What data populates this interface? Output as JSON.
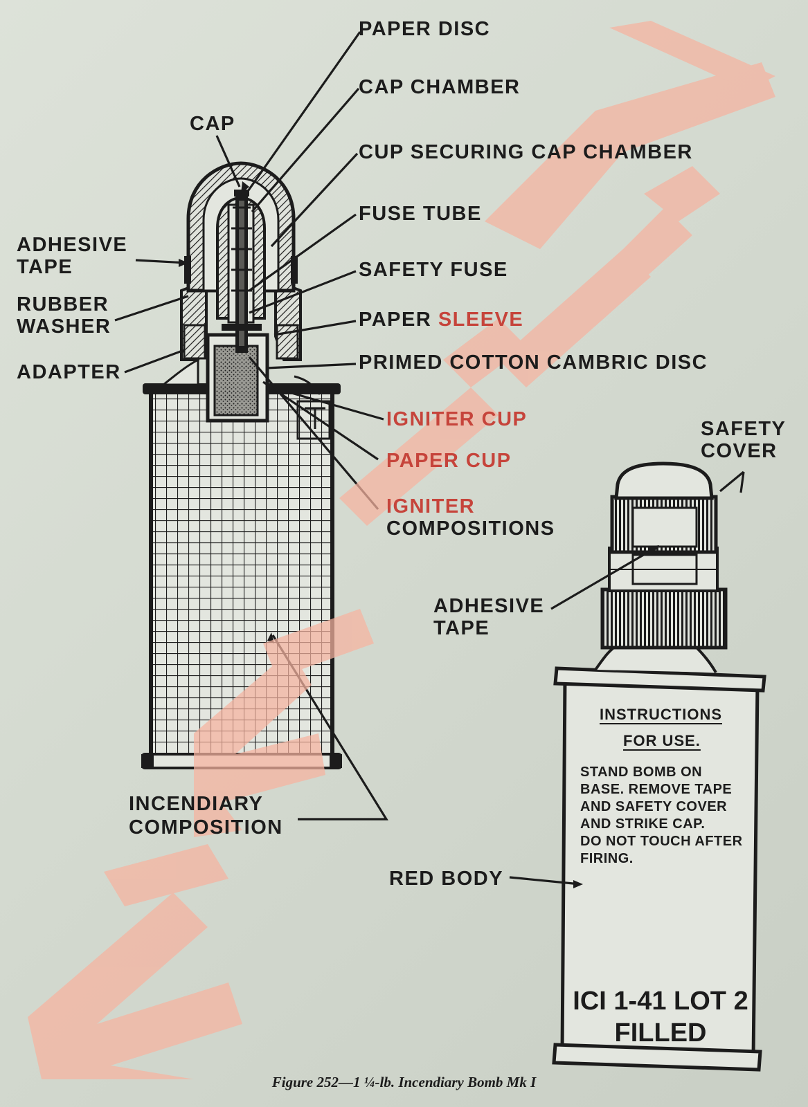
{
  "colors": {
    "paper": "#d9ded5",
    "ink": "#1c1c1c",
    "highlight_text": "#c6443b",
    "watermark": "#f6b3a0"
  },
  "labels": {
    "paper_disc": "PAPER DISC",
    "cap_chamber": "CAP CHAMBER",
    "cap": "CAP",
    "cup_securing_cap_chamber": "CUP SECURING CAP CHAMBER",
    "fuse_tube": "FUSE TUBE",
    "safety_fuse": "SAFETY FUSE",
    "paper_sleeve_a": "PAPER ",
    "paper_sleeve_b": "SLEEVE",
    "primed_cotton_cambric_disc": "PRIMED COTTON CAMBRIC DISC",
    "adhesive_tape_1": "ADHESIVE",
    "adhesive_tape_2": "TAPE",
    "rubber_washer_1": "RUBBER",
    "rubber_washer_2": "WASHER",
    "adapter": "ADAPTER",
    "igniter_cup": "IGNITER CUP",
    "paper_cup": "PAPER CUP",
    "igniter_compositions_1": "IGNITER",
    "igniter_compositions_2": "COMPOSITIONS",
    "safety_cover_1": "SAFETY",
    "safety_cover_2": "COVER",
    "adhesive_tape_right_1": "ADHESIVE",
    "adhesive_tape_right_2": "TAPE",
    "incendiary_composition_1": "INCENDIARY",
    "incendiary_composition_2": "COMPOSITION",
    "red_body": "RED BODY"
  },
  "instructions": {
    "heading_1": "INSTRUCTIONS",
    "heading_2": "FOR USE.",
    "body": "STAND BOMB ON\nBASE. REMOVE TAPE\nAND SAFETY COVER\nAND STRIKE CAP.\nDO NOT TOUCH AFTER\nFIRING."
  },
  "marking": "ICI 1-41 LOT 2\nFILLED",
  "caption": "Figure 252—1 ¼-lb. Incendiary Bomb Mk I",
  "watermark": {
    "text": "WWII",
    "icon": "watermark-letters"
  }
}
